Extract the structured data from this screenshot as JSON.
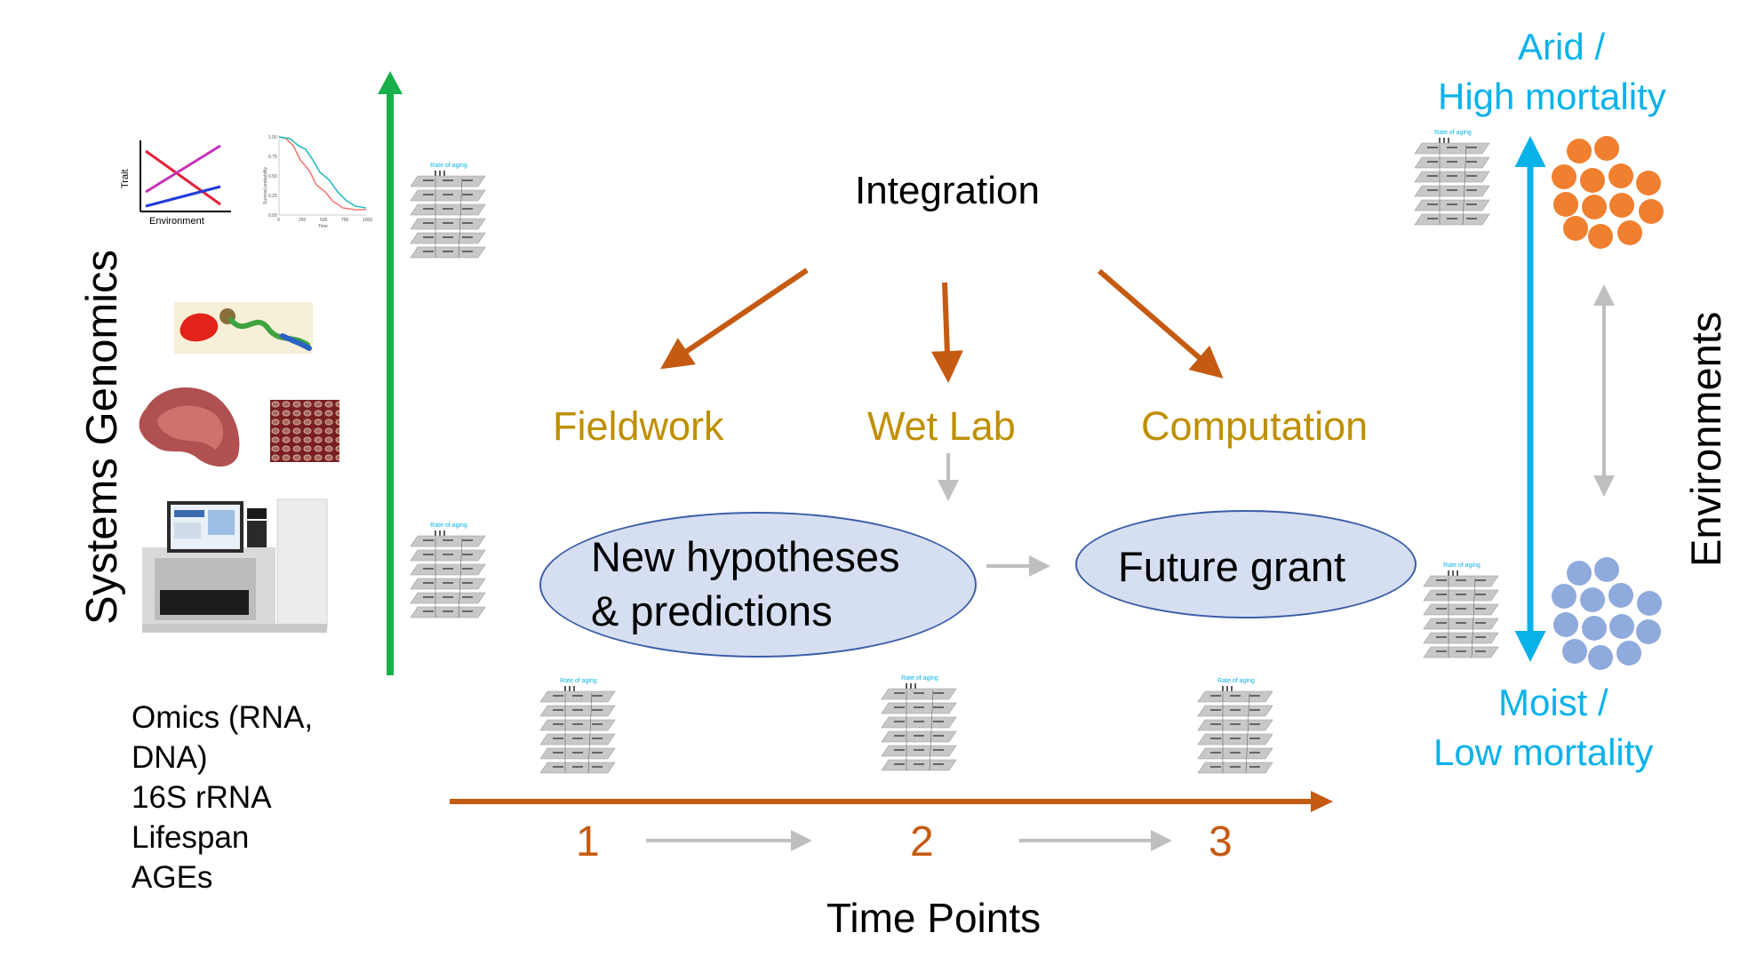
{
  "labels": {
    "integration": "Integration",
    "fieldwork": "Fieldwork",
    "wet_lab": "Wet Lab",
    "computation": "Computation",
    "hypotheses_line1": "New hypotheses",
    "hypotheses_line2": "& predictions",
    "future_grant": "Future grant",
    "time_points": "Time Points",
    "tp1": "1",
    "tp2": "2",
    "tp3": "3",
    "systems_genomics": "Systems Genomics",
    "environments": "Environments",
    "arid_line1": "Arid /",
    "arid_line2": "High mortality",
    "moist_line1": "Moist /",
    "moist_line2": "Low mortality"
  },
  "omics_list": [
    "Omics (RNA,",
    "DNA)",
    "16S rRNA",
    "Lifespan",
    "AGEs"
  ],
  "reaction_norm": {
    "ylabel": "Trait",
    "xlabel": "Environment"
  },
  "survival_plot": {
    "ylabel": "Survival probability",
    "xlabel": "Time",
    "xticks": [
      "0",
      "250",
      "500",
      "750",
      "1000"
    ],
    "yticks": [
      "0.00",
      "0.25",
      "0.50",
      "0.75",
      "1.00"
    ]
  },
  "network_stack": {
    "title": "Rate of aging"
  },
  "colors": {
    "orange": "#c55a11",
    "gold": "#bf8f00",
    "green": "#18b04b",
    "cyan": "#0ab2ea",
    "gray": "#bfbfbf",
    "ellipse_fill": "#d6dff2",
    "ellipse_border": "#3b5da8",
    "dot_orange": "#f07f2f",
    "dot_blue": "#8faadc"
  },
  "icons": [
    "reaction-norm-plot",
    "survival-curve-plot",
    "worm-illustration",
    "tissue-photo",
    "scale-skin-photo",
    "sequencer-machine",
    "multilayer-network-stack"
  ]
}
